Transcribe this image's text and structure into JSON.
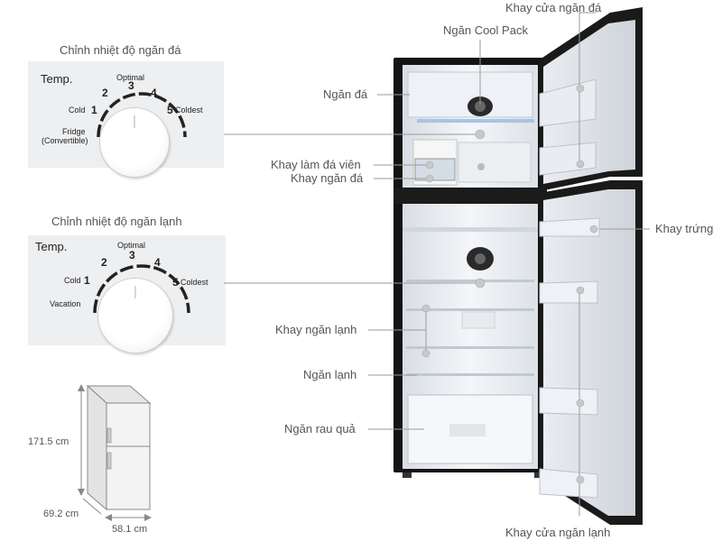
{
  "freezer_control": {
    "title": "Chỉnh nhiệt độ ngăn đá",
    "temp": "Temp.",
    "optimal": "Optimal",
    "n1": "1",
    "n2": "2",
    "n3": "3",
    "n4": "4",
    "n5": "5",
    "cold": "Cold",
    "coldest": "Coldest",
    "fridge": "Fridge",
    "convertible": "(Convertible)"
  },
  "fridge_control": {
    "title": "Chỉnh nhiệt độ ngăn lạnh",
    "temp": "Temp.",
    "optimal": "Optimal",
    "n1": "1",
    "n2": "2",
    "n3": "3",
    "n4": "4",
    "n5": "5",
    "cold": "Cold",
    "coldest": "Coldest",
    "vacation": "Vacation"
  },
  "dimensions": {
    "height": "171.5  cm",
    "depth": "69.2 cm",
    "width": "58.1 cm"
  },
  "callouts": {
    "freezer_door_tray": "Khay cửa ngăn đá",
    "cool_pack": "Ngăn Cool Pack",
    "freezer": "Ngăn đá",
    "ice_maker": "Khay làm đá viên",
    "freezer_tray": "Khay ngăn đá",
    "egg_tray": "Khay trứng",
    "fridge_tray": "Khay ngăn lạnh",
    "fridge": "Ngăn lạnh",
    "veg_drawer": "Ngăn rau quả",
    "fridge_door_tray": "Khay cửa ngăn lạnh"
  },
  "colors": {
    "panel": "#eeeff1",
    "leader": "#9a9a9a",
    "dot": "#c8c8c8",
    "body": "#1a1a1a"
  }
}
